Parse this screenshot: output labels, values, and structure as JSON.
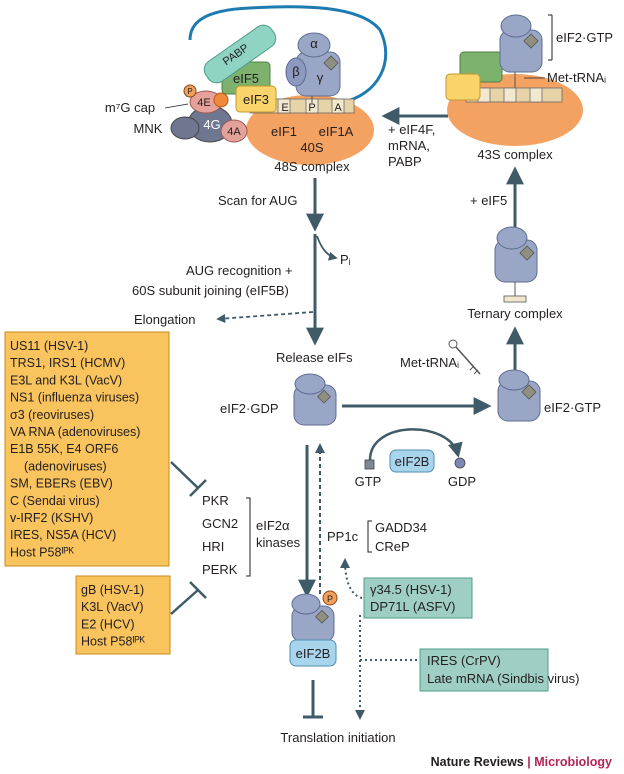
{
  "complex48S": {
    "title": "48S complex",
    "pabp": "PABP",
    "eif5": "eIF5",
    "eif3": "eIF3",
    "alpha": "α",
    "beta": "β",
    "gamma": "γ",
    "p": "P",
    "e4": "4E",
    "g4": "4G",
    "a4": "4A",
    "cap": "m⁷G cap",
    "mnk": "MNK",
    "site_e": "E",
    "site_p": "P",
    "site_a": "A",
    "eif1": "eIF1",
    "eif1a": "eIF1A",
    "s40": "40S"
  },
  "complex43S": {
    "title": "43S complex",
    "gtp_label": "eIF2·GTP",
    "trna_label": "Met-tRNAᵢ"
  },
  "arrows": {
    "add_factors_line1": "+ eIF4F,",
    "add_factors_line2": "mRNA,",
    "add_factors_line3": "PABP",
    "add_eif5": "+ eIF5",
    "scan": "Scan for AUG",
    "pi": "Pᵢ",
    "aug_line1": "AUG recognition +",
    "aug_line2": "60S subunit joining (eIF5B)",
    "elongation": "Elongation",
    "release": "Release eIFs",
    "ternary": "Ternary complex",
    "met_trna": "Met-tRNAᵢ",
    "eif2_gdp": "eIF2·GDP",
    "eif2_gtp": "eIF2·GTP",
    "gtp": "GTP",
    "gdp": "GDP",
    "eif2b": "eIF2B",
    "eif2b_lower": "eIF2B",
    "translation": "Translation initiation",
    "p_badge": "P"
  },
  "kinases": {
    "items": [
      "PKR",
      "GCN2",
      "HRI",
      "PERK"
    ],
    "label_line1": "eIF2α",
    "label_line2": "kinases"
  },
  "pp1c": {
    "label": "PP1c",
    "partners": [
      "GADD34",
      "CReP"
    ]
  },
  "inhibitorsTop": [
    "US11 (HSV-1)",
    "TRS1, IRS1 (HCMV)",
    "E3L and K3L (VacV)",
    "NS1 (influenza viruses)",
    "σ3 (reoviruses)",
    "VA RNA (adenoviruses)",
    "E1B 55K, E4 ORF6",
    "(adenoviruses)",
    "SM, EBERs (EBV)",
    "C (Sendai virus)",
    "v-IRF2 (KSHV)",
    "IRES, NS5A (HCV)",
    "Host P58ᴵᴾᴷ"
  ],
  "inhibitorsBottom": [
    "gB (HSV-1)",
    "K3L (VacV)",
    "E2 (HCV)",
    "Host P58ᴵᴾᴷ"
  ],
  "viralPhosphatase": [
    "γ34.5 (HSV-1)",
    "DP71L (ASFV)"
  ],
  "bypass": [
    "IRES (CrPV)",
    "Late mRNA (Sindbis virus)"
  ],
  "footer": {
    "journal": "Nature Reviews",
    "separator": " | ",
    "section": "Microbiology"
  },
  "colors": {
    "subunit": "#9aa6c6",
    "ribosome": "#f4a261",
    "orange_box": "#f9c35e",
    "teal_box": "#9fcfc4",
    "eif2b": "#a8d4ec",
    "arrow": "#3f5b68",
    "accent": "#b5245a"
  }
}
